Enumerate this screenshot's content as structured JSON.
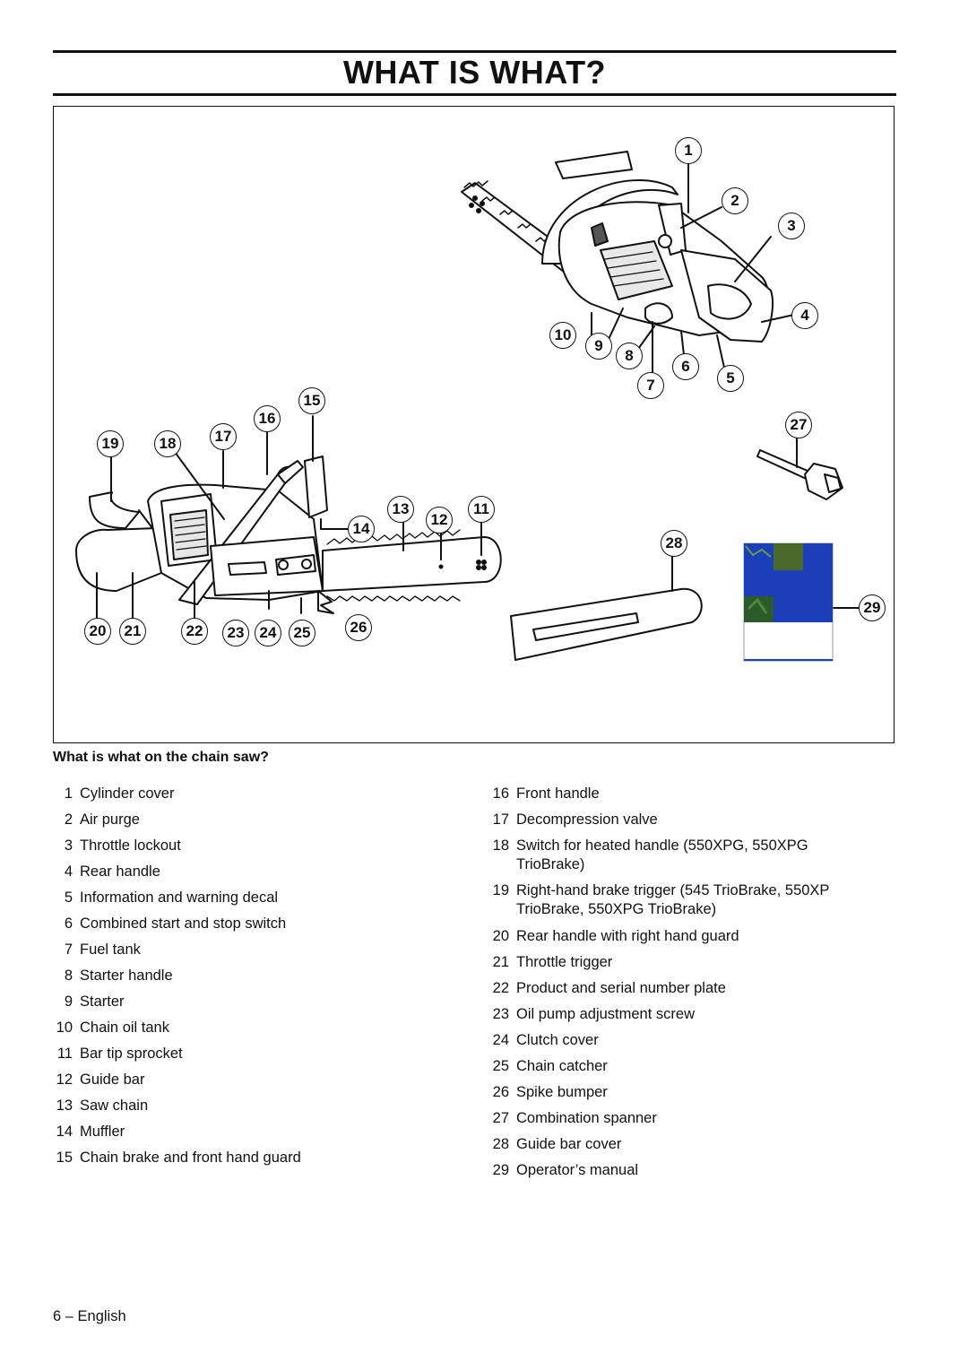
{
  "page": {
    "title": "WHAT IS WHAT?",
    "section_heading": "What is what on the chain saw?",
    "footer": "6 – English"
  },
  "figure": {
    "callouts": [
      "1",
      "2",
      "3",
      "4",
      "5",
      "6",
      "7",
      "8",
      "9",
      "10",
      "11",
      "12",
      "13",
      "14",
      "15",
      "16",
      "17",
      "18",
      "19",
      "20",
      "21",
      "22",
      "23",
      "24",
      "25",
      "26",
      "27",
      "28",
      "29"
    ]
  },
  "parts_left": [
    {
      "num": "1",
      "label": "Cylinder cover"
    },
    {
      "num": "2",
      "label": "Air purge"
    },
    {
      "num": "3",
      "label": "Throttle lockout"
    },
    {
      "num": "4",
      "label": "Rear handle"
    },
    {
      "num": "5",
      "label": "Information and warning decal"
    },
    {
      "num": "6",
      "label": "Combined start and stop switch"
    },
    {
      "num": "7",
      "label": "Fuel tank"
    },
    {
      "num": "8",
      "label": "Starter handle"
    },
    {
      "num": "9",
      "label": "Starter"
    },
    {
      "num": "10",
      "label": "Chain oil tank"
    },
    {
      "num": "11",
      "label": "Bar tip sprocket"
    },
    {
      "num": "12",
      "label": "Guide bar"
    },
    {
      "num": "13",
      "label": "Saw chain"
    },
    {
      "num": "14",
      "label": "Muffler"
    },
    {
      "num": "15",
      "label": "Chain brake and front hand guard"
    }
  ],
  "parts_right": [
    {
      "num": "16",
      "label": "Front handle"
    },
    {
      "num": "17",
      "label": "Decompression valve"
    },
    {
      "num": "18",
      "label": "Switch for heated handle (550XPG, 550XPG TrioBrake)"
    },
    {
      "num": "19",
      "label": "Right-hand brake trigger (545 TrioBrake, 550XP TrioBrake, 550XPG TrioBrake)"
    },
    {
      "num": "20",
      "label": "Rear handle with right hand guard"
    },
    {
      "num": "21",
      "label": "Throttle trigger"
    },
    {
      "num": "22",
      "label": "Product and serial number plate"
    },
    {
      "num": "23",
      "label": "Oil pump adjustment screw"
    },
    {
      "num": "24",
      "label": "Clutch cover"
    },
    {
      "num": "25",
      "label": "Chain catcher"
    },
    {
      "num": "26",
      "label": "Spike bumper"
    },
    {
      "num": "27",
      "label": "Combination spanner"
    },
    {
      "num": "28",
      "label": "Guide bar cover"
    },
    {
      "num": "29",
      "label": "Operator’s manual"
    }
  ],
  "manual_cover": {
    "accent": "#1a3fb8",
    "green": "#3a7a2a"
  }
}
